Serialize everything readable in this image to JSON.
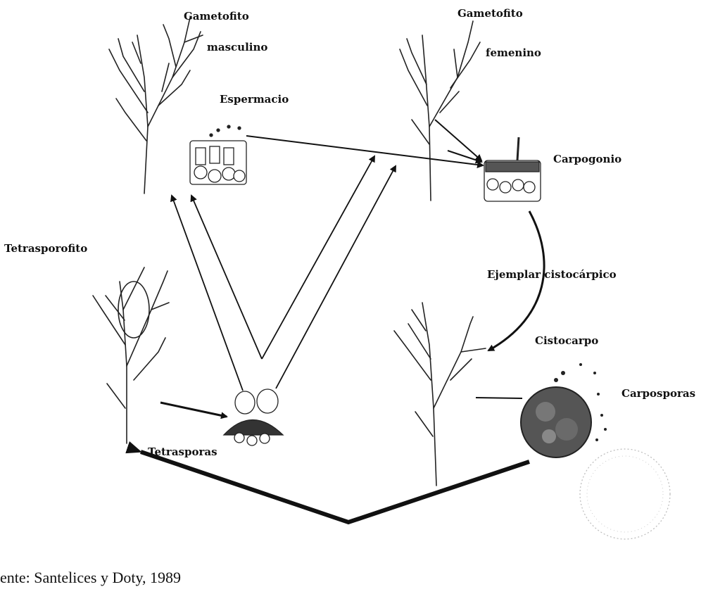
{
  "labels": {
    "gametofito_m": "Gametofito",
    "masculino": "masculino",
    "espermacio": "Espermacio",
    "gametofito_f": "Gametofito",
    "femenino": "femenino",
    "carpogonio": "Carpogonio",
    "tetrasporofito": "Tetrasporofito",
    "cistocarpico": "Ejemplar cistocárpico",
    "cistocarpo": "Cistocarpo",
    "carposporas": "Carposporas",
    "tetrasporas": "Tetrasporas"
  },
  "source": "ente: Santelices y Doty, 1989",
  "colors": {
    "ink": "#111111",
    "stamp": "#bbbbbb"
  }
}
